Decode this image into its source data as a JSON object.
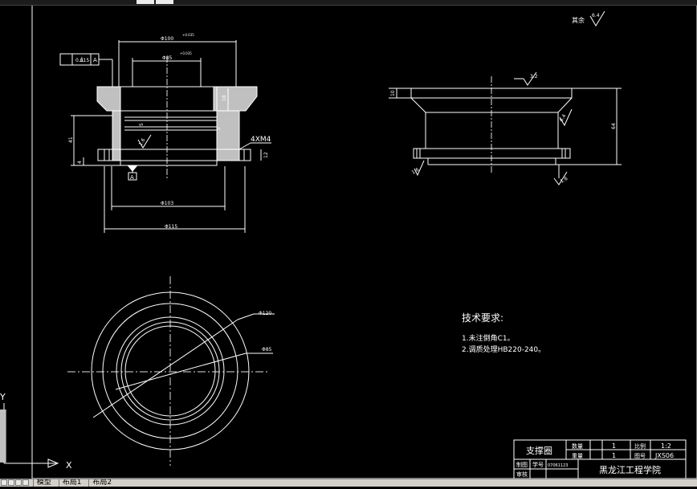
{
  "drawing": {
    "roughness_note": "其余",
    "roughness_value": "6.4",
    "technical_requirements_title": "技术要求:",
    "technical_requirements": [
      "1.未注倒角C1。",
      "2.调质处理HB220-240。"
    ],
    "front_view": {
      "tolerance_symbol": "⊥",
      "tolerance_value": "0.015",
      "datum_ref": "A",
      "datum_label": "A",
      "dim_top_outer": "Φ100",
      "dim_top_outer_tol": "+0.035",
      "dim_top_inner": "Φ85",
      "dim_top_inner_tol": "+0.035",
      "dim_height": "41",
      "dim_right_upper": "18",
      "dim_right_lower": "12",
      "dim_left_small": "4",
      "dim_groove_a": "5",
      "dim_groove_b": "5",
      "dim_bottom_inner": "Φ103",
      "dim_bottom_outer": "Φ115",
      "thread_note": "4XM4",
      "roughness_inner": "1.6"
    },
    "side_view": {
      "dim_top_thickness": "10",
      "dim_height": "64",
      "roughness_top": "3.2",
      "roughness_right": "6.4",
      "roughness_left": "1.6",
      "roughness_bottom": "1.6"
    },
    "top_view": {
      "dim_outer": "Φ120",
      "dim_inner": "Φ85"
    }
  },
  "title_block": {
    "part_name": "支撑圈",
    "quantity_label": "数量",
    "quantity_value": "1",
    "weight_label": "重量",
    "weight_value": "1",
    "scale_label": "比例",
    "scale_value": "1:2",
    "drawing_no_label": "图号",
    "drawing_no_value": "JXS06",
    "drafter_label": "制图",
    "checker_label": "审核",
    "student_id": "学号",
    "student_id_value": "07061123",
    "school": "黑龙江工程学院"
  },
  "ucs": {
    "x_label": "X",
    "y_label": "Y"
  },
  "layout_tabs": [
    "模型",
    "布局1",
    "布局2"
  ]
}
